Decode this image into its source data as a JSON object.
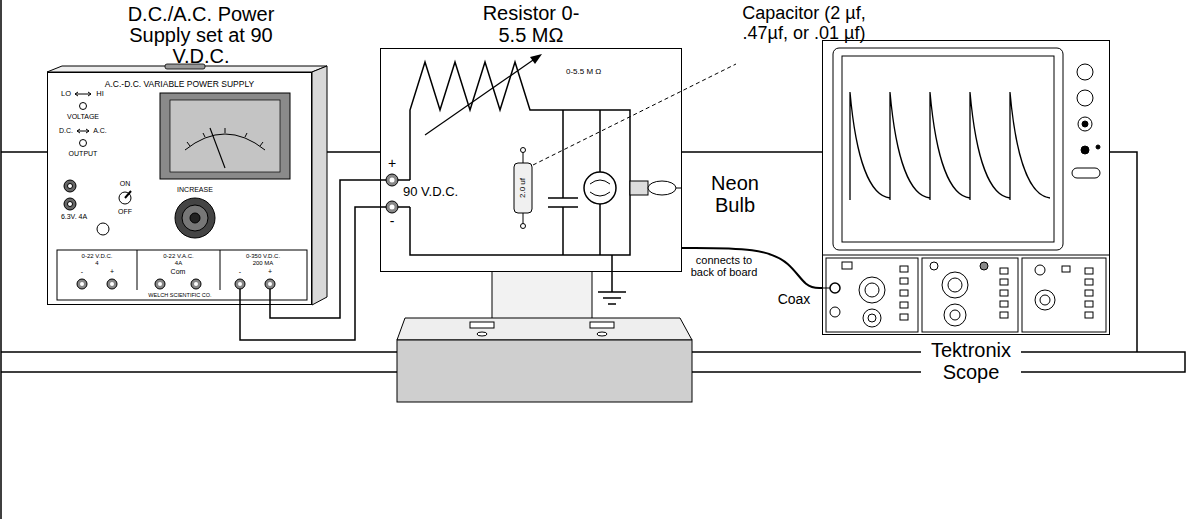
{
  "diagram": {
    "nodes": [
      {
        "text": [
          "D.C./A.C. Power Supply set at 90 V.D.C.",
          "A.C.-D.C. VARIABLE POWER SUPPLY"
        ]
      },
      {
        "text": [
          "Resistor 0-5.5 MΩ"
        ]
      },
      {
        "text": [
          "Tektronix Scope"
        ]
      }
    ],
    "edges": [
      {
        "from": 0,
        "to": 1,
        "arrow": "none"
      },
      {
        "from": 0,
        "to": 1,
        "arrow": "none"
      },
      {
        "from": 1,
        "to": 2,
        "arrow": "none",
        "label": "Coax"
      }
    ],
    "labels": [
      "Capacitor (2 µf, .47µf, or .01 µf)",
      "Neon Bulb",
      "connects to back of board",
      "LO",
      "HI",
      "VOLTAGE",
      "D.C.",
      "A.C.",
      "OUTPUT",
      "ON",
      "OFF",
      "INCREASE",
      "6.3V. 4A",
      "0-22 V.D.C.",
      "4",
      "0-22 V.A.C.",
      "4A",
      "0-350 V.D.C.",
      "200 MA",
      "-",
      "+",
      "Com",
      "-",
      "+",
      "WELCH SCIENTIFIC CO.",
      "+",
      "-",
      "90 V.D.C.",
      "0-5.5 M Ω",
      "2.0 uf"
    ]
  }
}
